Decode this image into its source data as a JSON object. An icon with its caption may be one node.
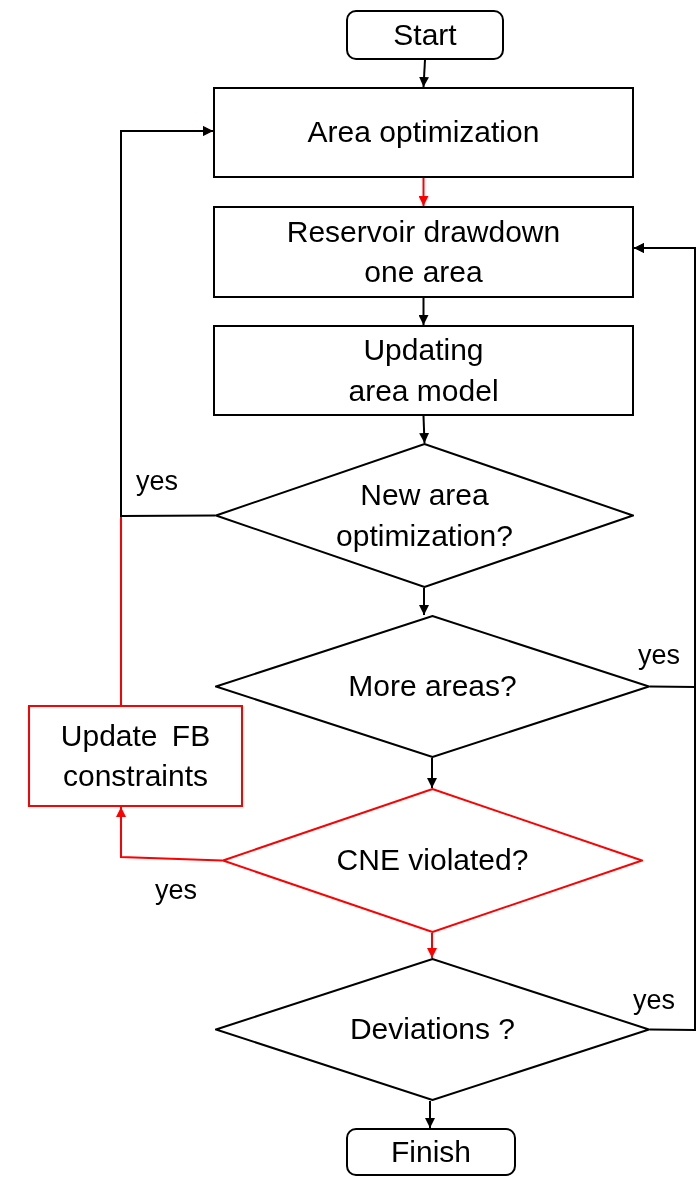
{
  "diagram": {
    "nodes": [
      {
        "text": [
          "Start"
        ]
      },
      {
        "text": [
          "Area optimization"
        ]
      },
      {
        "text": [
          "Reservoir drawdown one area"
        ]
      },
      {
        "text": [
          "Updating area model"
        ]
      },
      {
        "text": [
          "New area optimization?"
        ]
      },
      {
        "text": [
          "More areas?"
        ]
      },
      {
        "text": [
          "Update FB constraints"
        ]
      },
      {
        "text": [
          "CNE violated?"
        ]
      },
      {
        "text": [
          "Deviations ?"
        ]
      },
      {
        "text": [
          "Finish"
        ]
      }
    ],
    "edges": [
      {
        "from": 0,
        "to": 1,
        "arrow": "to"
      },
      {
        "from": 1,
        "to": 2,
        "arrow": "to",
        "color": "#ff0000"
      },
      {
        "from": 2,
        "to": 3,
        "arrow": "to"
      },
      {
        "from": 3,
        "to": 4,
        "arrow": "to"
      },
      {
        "from": 4,
        "to": 5,
        "arrow": "to"
      },
      {
        "from": 6,
        "to": 1,
        "arrow": "to",
        "color": "#ff0000"
      },
      {
        "from": 4,
        "to": 1,
        "arrow": "to",
        "label": "yes"
      },
      {
        "from": 5,
        "to": 2,
        "arrow": "to",
        "label": "yes"
      },
      {
        "from": 8,
        "to": 2,
        "arrow": "to",
        "label": "yes"
      },
      {
        "from": 5,
        "to": 7,
        "arrow": "to"
      },
      {
        "from": 7,
        "to": 6,
        "arrow": "to",
        "label": "yes",
        "color": "#ff0000"
      },
      {
        "from": 7,
        "to": 8,
        "arrow": "to",
        "color": "#ff0000"
      },
      {
        "from": 8,
        "to": 9,
        "arrow": "to"
      }
    ]
  }
}
